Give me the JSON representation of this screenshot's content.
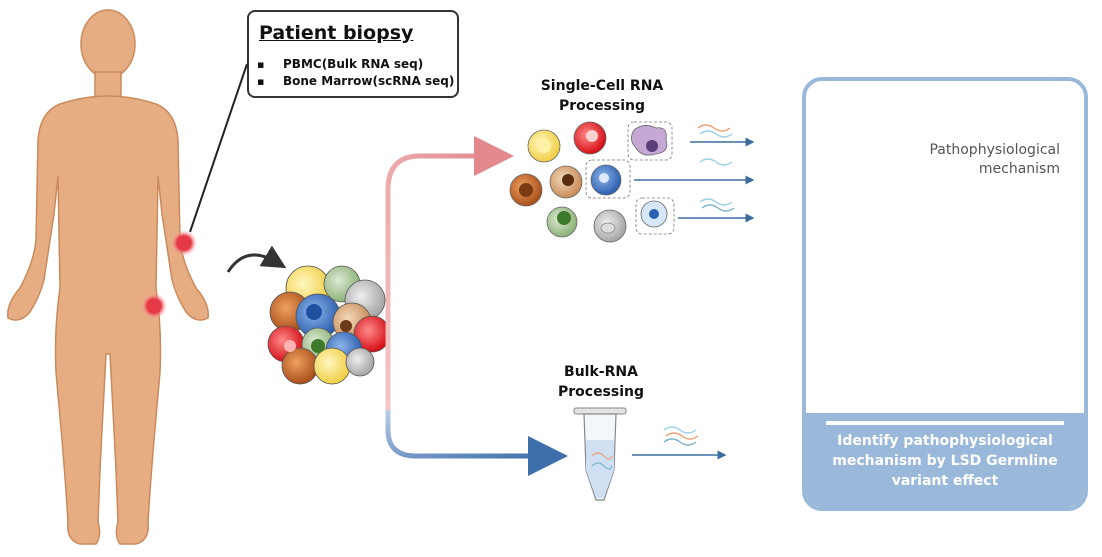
{
  "callout": {
    "title": "Patient biopsy",
    "items": [
      "PBMC(Bulk RNA seq)",
      "Bone Marrow(scRNA seq)"
    ]
  },
  "single_cell": {
    "line1": "Single-Cell RNA",
    "line2": "Processing"
  },
  "bulk": {
    "line1": "Bulk-RNA",
    "line2": "Processing"
  },
  "panel": {
    "title_line1": "Pathophysiological",
    "title_line2": "mechanism",
    "footer_line1": "Identify pathophysiological",
    "footer_line2": "mechanism by LSD Germline",
    "footer_line3": "variant effect"
  },
  "colors": {
    "skin": "#e6ad82",
    "panel_border": "#9ab8d9",
    "upper_arrow": "#e3898d",
    "lower_arrow": "#4f7db3",
    "biopsy_marker": "#e63946"
  }
}
